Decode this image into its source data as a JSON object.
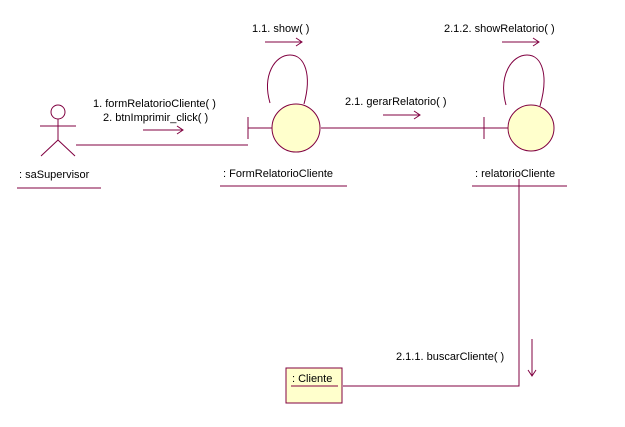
{
  "diagram": {
    "type": "UML collaboration diagram",
    "colors": {
      "line": "#800040",
      "object_fill": "#ffffcc",
      "text": "#000000"
    },
    "actors": [
      {
        "id": "supervisor",
        "label": ": saSupervisor",
        "icon": "stick-figure-icon"
      }
    ],
    "objects": [
      {
        "id": "form",
        "label": ": FormRelatorioCliente",
        "stereotype": "boundary"
      },
      {
        "id": "relatorio",
        "label": ": relatorioCliente",
        "stereotype": "boundary"
      },
      {
        "id": "cliente",
        "label": ": Cliente",
        "stereotype": "class"
      }
    ],
    "messages": [
      {
        "id": "m1",
        "text": "1. formRelatorioCliente( )"
      },
      {
        "id": "m2",
        "text": "2. btnImprimir_click( )"
      },
      {
        "id": "m11",
        "text": "1.1. show( )"
      },
      {
        "id": "m21",
        "text": "2.1. gerarRelatorio( )"
      },
      {
        "id": "m212",
        "text": "2.1.2. showRelatorio( )"
      },
      {
        "id": "m211",
        "text": "2.1.1. buscarCliente( )"
      }
    ]
  }
}
